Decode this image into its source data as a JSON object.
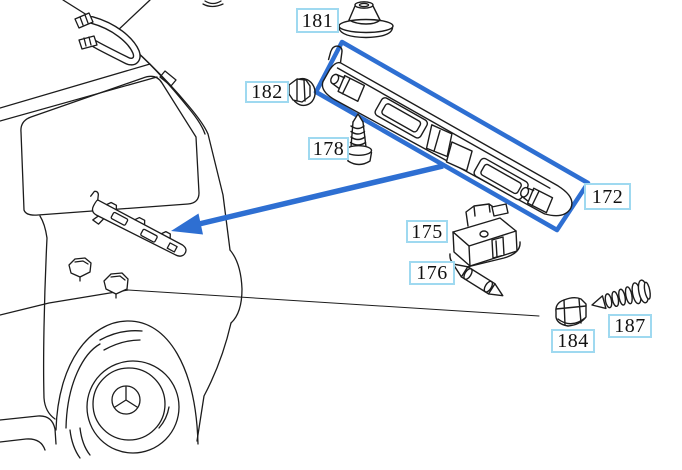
{
  "diagram": {
    "type": "exploded-parts-diagram",
    "background_color": "#ffffff",
    "line_color": "#1c1c1c",
    "highlight_color": "#2e6fd2",
    "label_box": {
      "border_color": "#9fd9f0",
      "fill_color": "#ffffff",
      "text_color": "#111111"
    },
    "part_labels": [
      {
        "id": "181",
        "text": "181"
      },
      {
        "id": "182",
        "text": "182"
      },
      {
        "id": "178",
        "text": "178"
      },
      {
        "id": "172",
        "text": "172"
      },
      {
        "id": "175",
        "text": "175"
      },
      {
        "id": "176",
        "text": "176"
      },
      {
        "id": "184",
        "text": "184"
      },
      {
        "id": "187",
        "text": "187"
      }
    ]
  }
}
